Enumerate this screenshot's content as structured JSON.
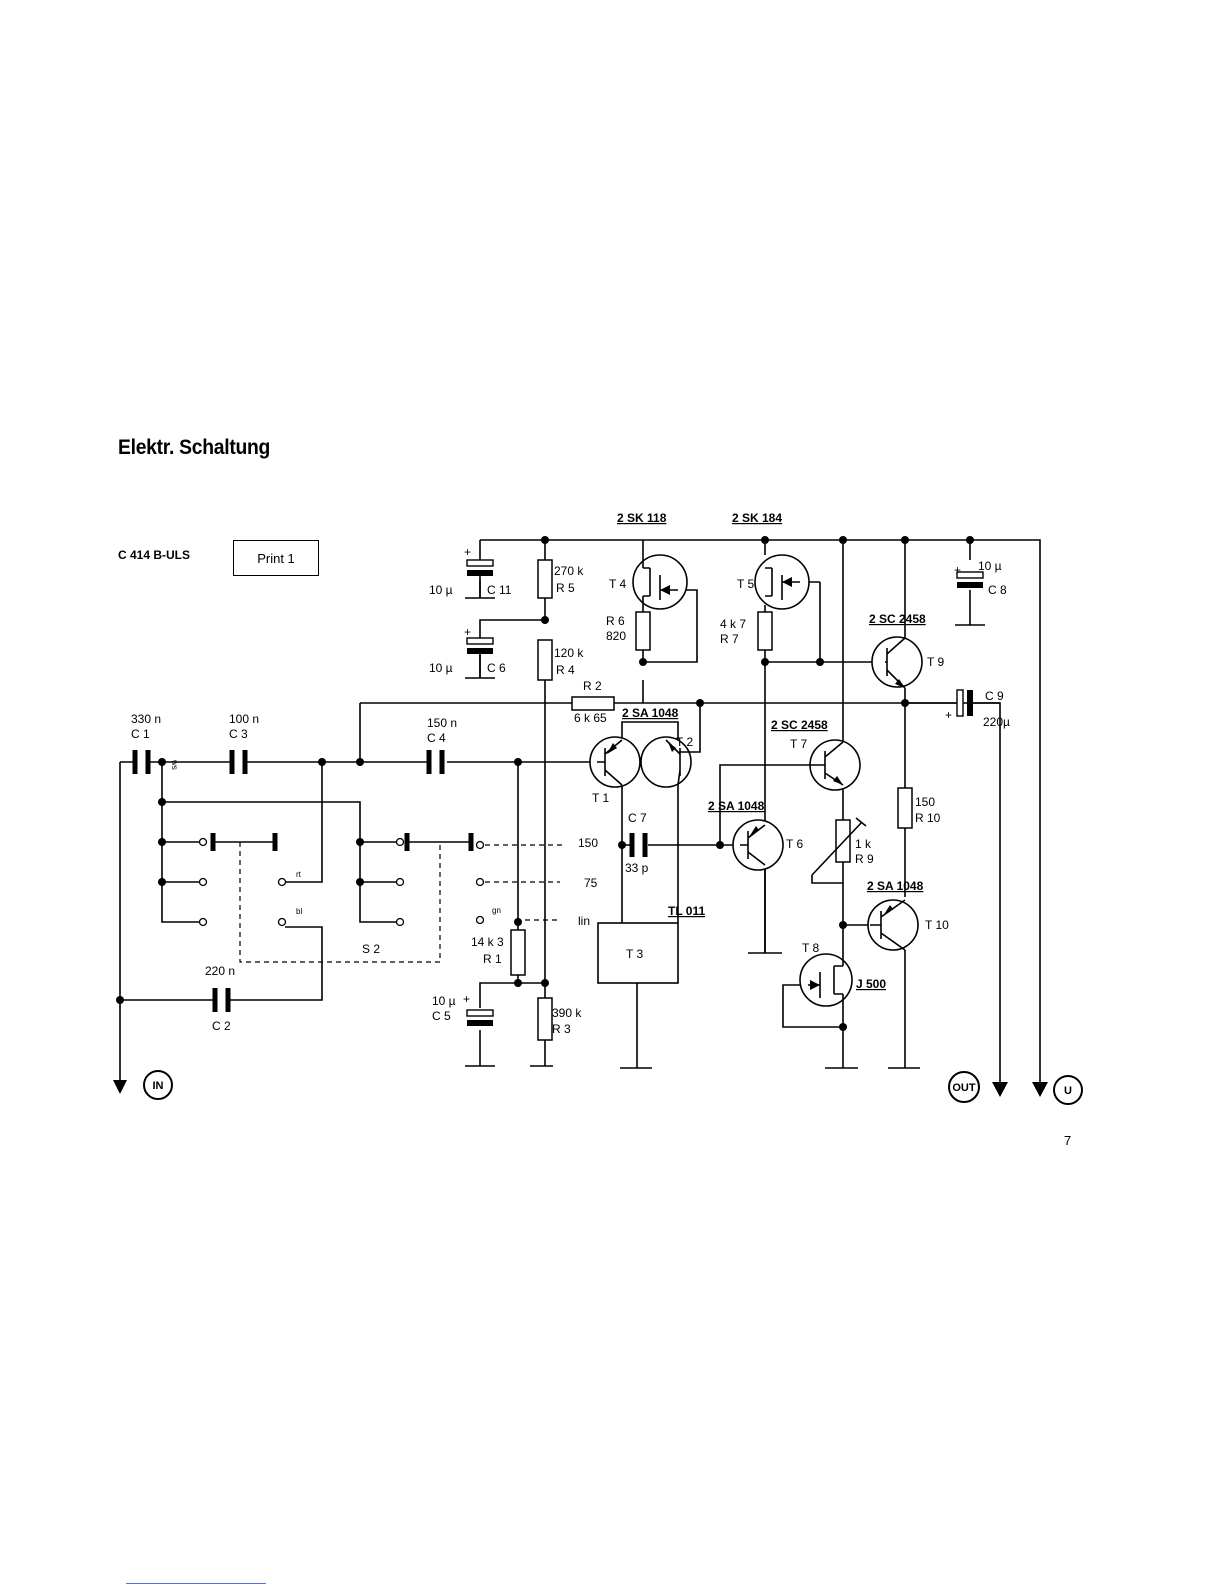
{
  "page": {
    "title": "Elektr. Schaltung",
    "model": "C 414 B-ULS",
    "print_label": "Print 1",
    "page_number": "7"
  },
  "schematic": {
    "parts": {
      "c1": {
        "value": "330 n",
        "ref": "C 1"
      },
      "c3": {
        "value": "100 n",
        "ref": "C 3"
      },
      "c4": {
        "value": "150 n",
        "ref": "C 4"
      },
      "c2": {
        "value": "220 n",
        "ref": "C 2"
      },
      "c11": {
        "value": "10 µ",
        "ref": "C 11"
      },
      "c6": {
        "value": "10 µ",
        "ref": "C 6"
      },
      "c5": {
        "value": "10 µ",
        "ref": "C 5"
      },
      "c7": {
        "value": "33 p",
        "ref": "C 7"
      },
      "c8": {
        "value": "10 µ",
        "ref": "C 8"
      },
      "c9": {
        "value": "220µ",
        "ref": "C 9"
      },
      "r5": {
        "value": "270 k",
        "ref": "R 5"
      },
      "r4": {
        "value": "120 k",
        "ref": "R 4"
      },
      "r1": {
        "value": "14 k 3",
        "ref": "R 1"
      },
      "r3": {
        "value": "390 k",
        "ref": "R 3"
      },
      "r2": {
        "value": "6 k 65",
        "ref": "R 2"
      },
      "r6": {
        "value": "820",
        "ref": "R 6"
      },
      "r7": {
        "value": "4 k 7",
        "ref": "R 7"
      },
      "r9": {
        "value": "1 k",
        "ref": "R 9"
      },
      "r10": {
        "value": "150",
        "ref": "R 10"
      },
      "t1": {
        "ref": "T 1"
      },
      "t2": {
        "ref": "T 2"
      },
      "t3": {
        "ref": "T 3"
      },
      "t4": {
        "ref": "T 4",
        "type": "2 SK 118"
      },
      "t5": {
        "ref": "T 5",
        "type": "2 SK 184"
      },
      "t6": {
        "ref": "T 6",
        "type": "2 SA 1048"
      },
      "t7": {
        "ref": "T 7",
        "type": "2 SC 2458"
      },
      "t8": {
        "ref": "T 8",
        "type": "J 500"
      },
      "t9": {
        "ref": "T 9",
        "type": "2 SC 2458"
      },
      "t10": {
        "ref": "T 10",
        "type": "2 SA 1048"
      },
      "t12_type": "2 SA 1048",
      "t3_type": "TL 011",
      "s2": {
        "ref": "S 2"
      }
    },
    "switch_positions": {
      "pos_150": "150",
      "pos_75": "75",
      "pos_lin": "lin"
    },
    "wire_colors": {
      "ws": "ws",
      "rt": "rt",
      "bl": "bl",
      "gn": "gn"
    },
    "plus_sign": "+",
    "terminals": {
      "in": "IN",
      "out": "OUT",
      "u": "U"
    }
  }
}
